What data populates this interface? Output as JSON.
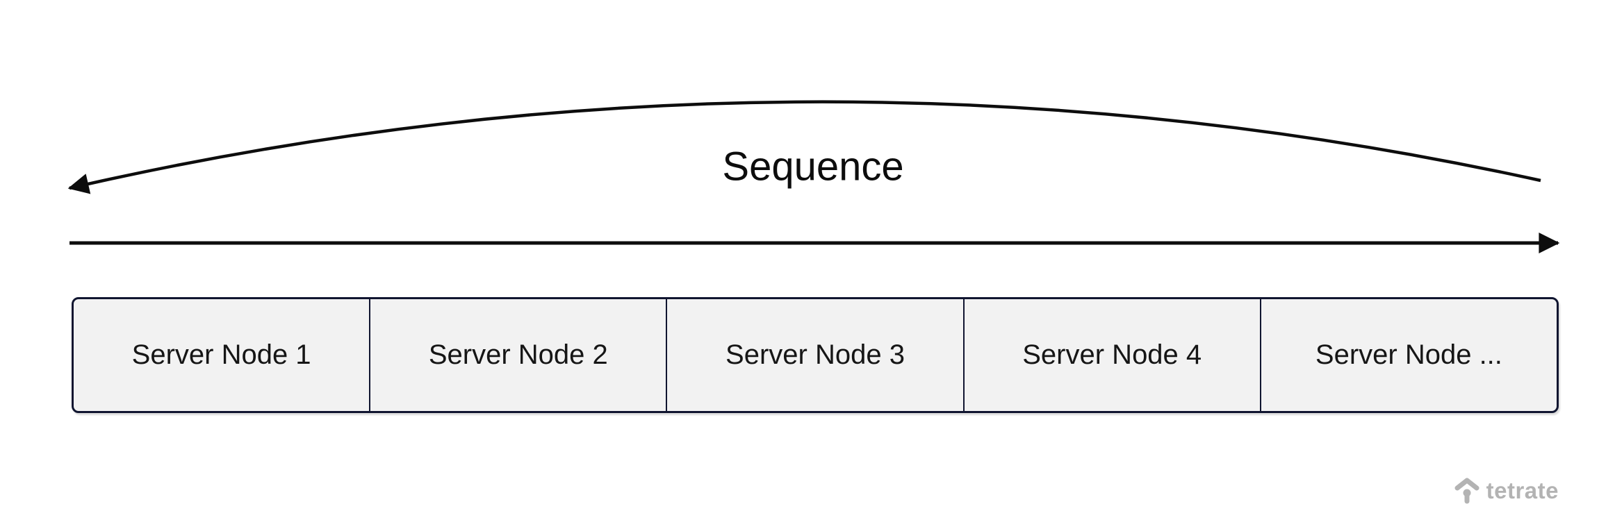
{
  "diagram": {
    "sequence": {
      "label": "Sequence"
    },
    "server_nodes": [
      {
        "label": "Server Node 1"
      },
      {
        "label": "Server Node 2"
      },
      {
        "label": "Server Node 3"
      },
      {
        "label": "Server Node 4"
      },
      {
        "label": "Server Node ..."
      }
    ],
    "icons": {
      "arc_arrow": "left-arrow-arc-icon",
      "flow_arrow": "right-arrow-line-icon"
    },
    "colors": {
      "background": "#ffffff",
      "arrow_stroke": "#0d0d0d",
      "node_fill": "#f2f2f2",
      "node_border": "#101530",
      "node_text": "#161616",
      "sequence_text": "#0d0d0d",
      "logo_gray": "#b3b3b3"
    }
  },
  "branding": {
    "logo_text": "tetrate"
  }
}
